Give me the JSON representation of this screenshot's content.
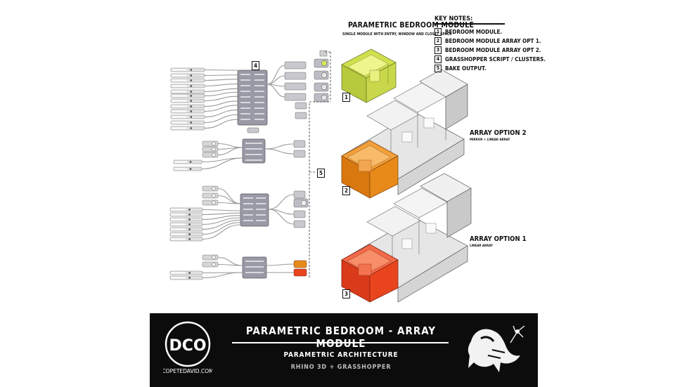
{
  "header": {
    "title": "PARAMETRIC BEDROOM MODULE",
    "subtitle": "SINGLE MODULE WITH ENTRY, WINDOW AND CLOSET SPACE"
  },
  "key_notes": {
    "title": "KEY NOTES:",
    "items": [
      {
        "num": "1",
        "label": "BEDROOM MODULE."
      },
      {
        "num": "2",
        "label": "BEDROOM MODULE ARRAY OPT 1."
      },
      {
        "num": "3",
        "label": "BEDROOM MODULE ARRAY OPT 2."
      },
      {
        "num": "4",
        "label": "GRASSHOPPER SCRIPT / CLUSTERS."
      },
      {
        "num": "5",
        "label": "BAKE OUTPUT."
      }
    ]
  },
  "callouts": {
    "gh_script": "4",
    "bake": "5",
    "module": "1",
    "array2": "2",
    "array1": "3"
  },
  "array_option_2": {
    "title": "ARRAY OPTION 2",
    "sub": "MIRROR + LINEAR ARRAY"
  },
  "array_option_1": {
    "title": "ARRAY OPTION 1",
    "sub": "LINEAR ARRAY"
  },
  "footer": {
    "title": "PARAMETRIC BEDROOM - ARRAY MODULE",
    "sub": "PARAMETRIC ARCHITECTURE",
    "sub2": "RHINO 3D + GRASSHOPPER",
    "logo_text": "COPETEDAVID.COM",
    "logo_mark": "DCO"
  },
  "colors": {
    "module_yellow": "#d8e85a",
    "module_orange": "#e88a1a",
    "module_red": "#e83a1a",
    "grey_box": "#dcdcdc",
    "gh_component": "#9a9aa6"
  }
}
